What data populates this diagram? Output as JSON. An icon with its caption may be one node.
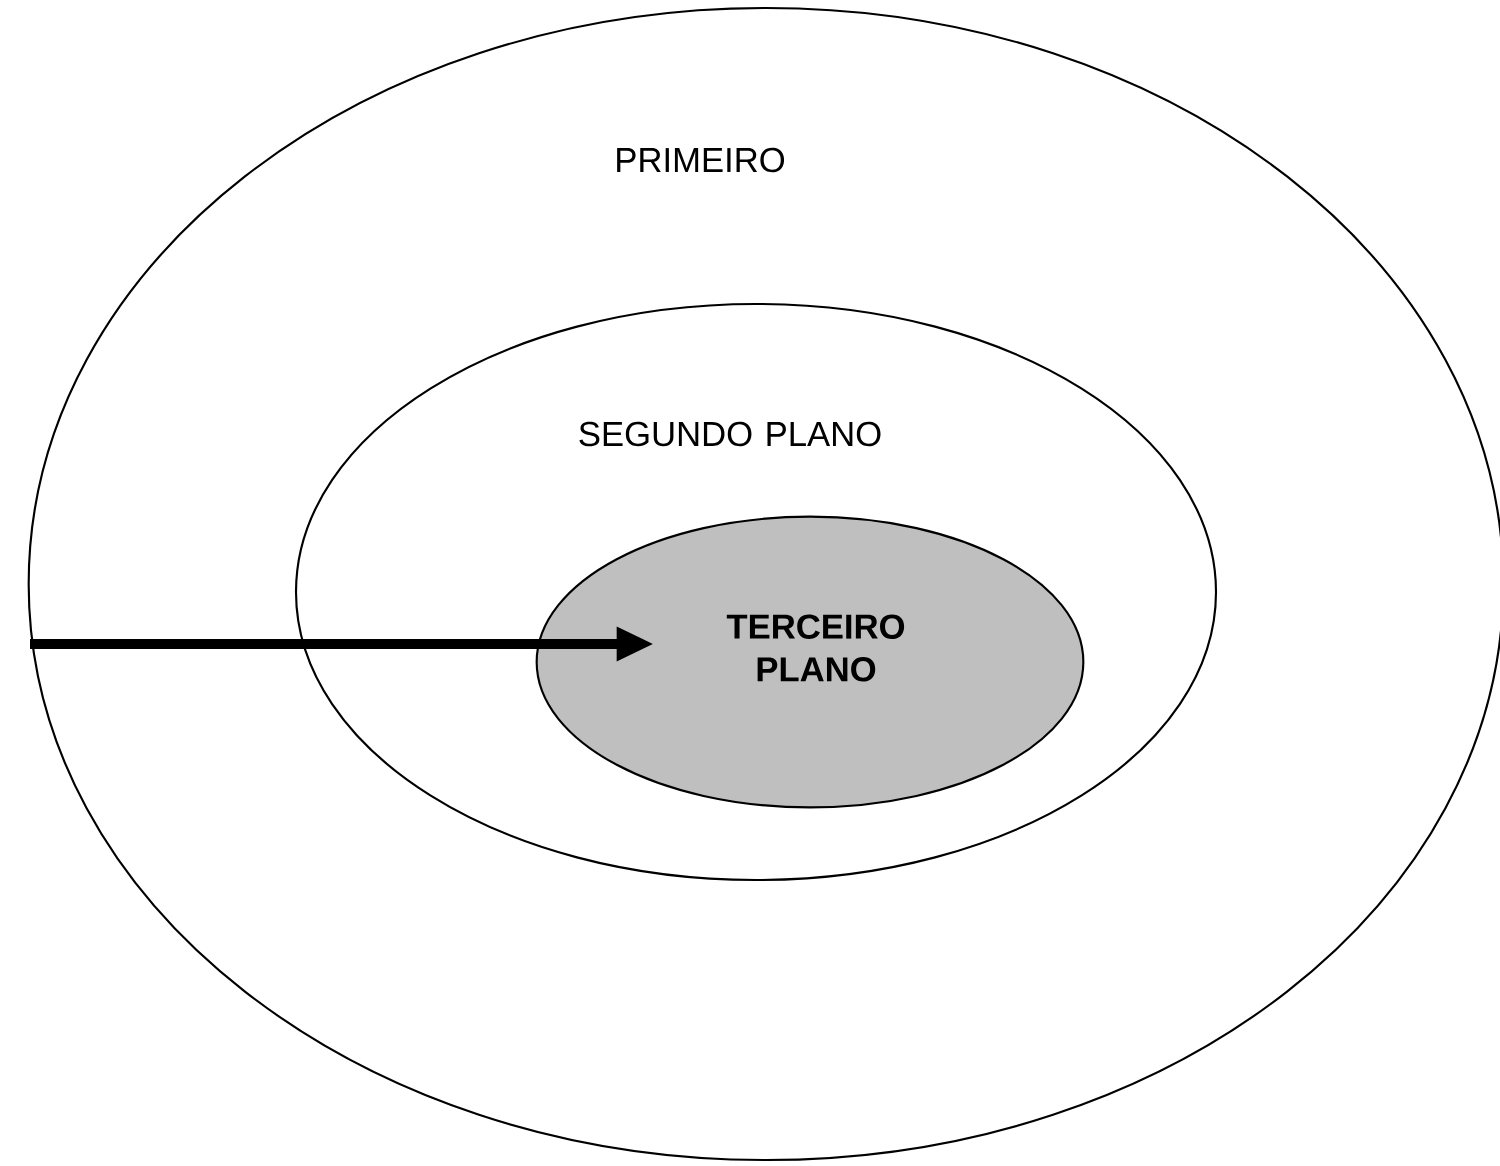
{
  "diagram": {
    "nodes": [
      {
        "text": [
          "PRIMEIRO"
        ]
      },
      {
        "text": [
          "SEGUNDO PLANO"
        ],
        "in": 0
      },
      {
        "text": [
          "TERCEIRO PLANO"
        ],
        "in": 1
      }
    ],
    "edges": [
      {
        "from": 0,
        "to": 2,
        "arrow": "to"
      }
    ]
  }
}
